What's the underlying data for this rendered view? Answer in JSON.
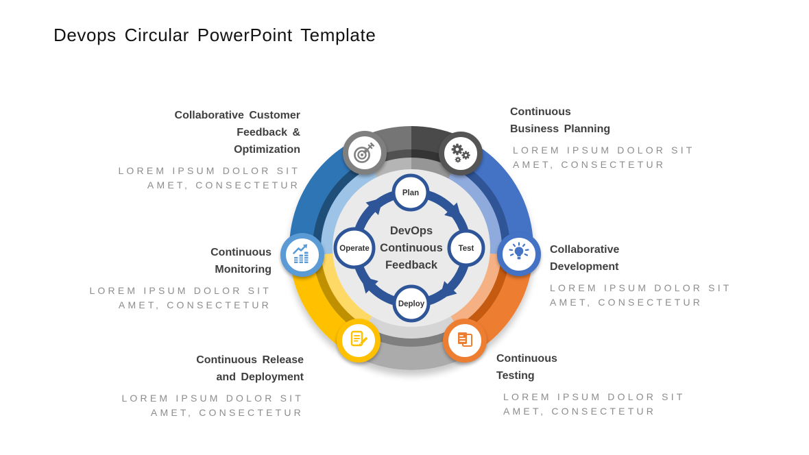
{
  "title": "Devops Circular PowerPoint Template",
  "center_label": {
    "line1": "DevOps",
    "line2": "Continuous",
    "line3": "Feedback"
  },
  "cycle": {
    "plan": "Plan",
    "test": "Test",
    "deploy": "Deploy",
    "operate": "Operate"
  },
  "sections": [
    {
      "name": "collaborative-customer-feedback-optimization",
      "icon": "target-icon",
      "line1": "Collaborative Customer",
      "line2": "Feedback &",
      "line3": "Optimization",
      "lorem1": "LOREM IPSUM DOLOR SIT",
      "lorem2": "AMET, CONSECTETUR"
    },
    {
      "name": "continuous-business-planning",
      "icon": "gears-icon",
      "line1": "Continuous",
      "line2": "Business Planning",
      "lorem1": "LOREM IPSUM DOLOR SIT",
      "lorem2": "AMET, CONSECTETUR"
    },
    {
      "name": "collaborative-development",
      "icon": "lightbulb-icon",
      "line1": "Collaborative",
      "line2": "Development",
      "lorem1": "LOREM IPSUM DOLOR SIT",
      "lorem2": "AMET, CONSECTETUR"
    },
    {
      "name": "continuous-testing",
      "icon": "documents-icon",
      "line1": "Continuous",
      "line2": "Testing",
      "lorem1": "LOREM IPSUM DOLOR SIT",
      "lorem2": "AMET, CONSECTETUR"
    },
    {
      "name": "continuous-release-and-deployment",
      "icon": "document-edit-icon",
      "line1": "Continuous Release",
      "line2": "and Deployment",
      "lorem1": "LOREM IPSUM DOLOR SIT",
      "lorem2": "AMET, CONSECTETUR"
    },
    {
      "name": "continuous-monitoring",
      "icon": "chart-icon",
      "line1": "Continuous",
      "line2": "Monitoring",
      "lorem1": "LOREM IPSUM DOLOR SIT",
      "lorem2": "AMET, CONSECTETUR"
    }
  ],
  "colors": {
    "title-color": "#121212",
    "heading": "#3F3F3F",
    "lorem": "#8C8C8C",
    "center-bg": "#EAEAEA",
    "cycle-blue": "#2E5597",
    "seg-dark-gray": "#4A4A4A",
    "seg-dark-gray-shade": "#343434",
    "seg-dark-gray-tint": "#969696",
    "seg-blue": "#4472C4",
    "seg-blue-shade": "#2F5597",
    "seg-blue-tint": "#8FAADC",
    "seg-orange": "#ED7D31",
    "seg-orange-shade": "#C55A11",
    "seg-orange-tint": "#F5B183",
    "seg-gray": "#ABABAB",
    "seg-gray-shade": "#7F7F7F",
    "seg-gray-tint": "#D5D5D5",
    "seg-yellow": "#FFC000",
    "seg-yellow-shade": "#BF9000",
    "seg-yellow-tint": "#FFD966",
    "seg-mblue": "#2E75B6",
    "seg-mblue-shade": "#1F4E79",
    "seg-mblue-tint": "#9DC3E6",
    "seg-midgray": "#757575",
    "seg-midgray-shade": "#515151",
    "seg-midgray-tint": "#B5B5B5",
    "icon-target": "#7F7F7F",
    "icon-gears": "#555555",
    "icon-bulb": "#4472C4",
    "icon-docs": "#ED7D31",
    "icon-edit": "#FFC000",
    "icon-chart": "#5B9BD5"
  }
}
